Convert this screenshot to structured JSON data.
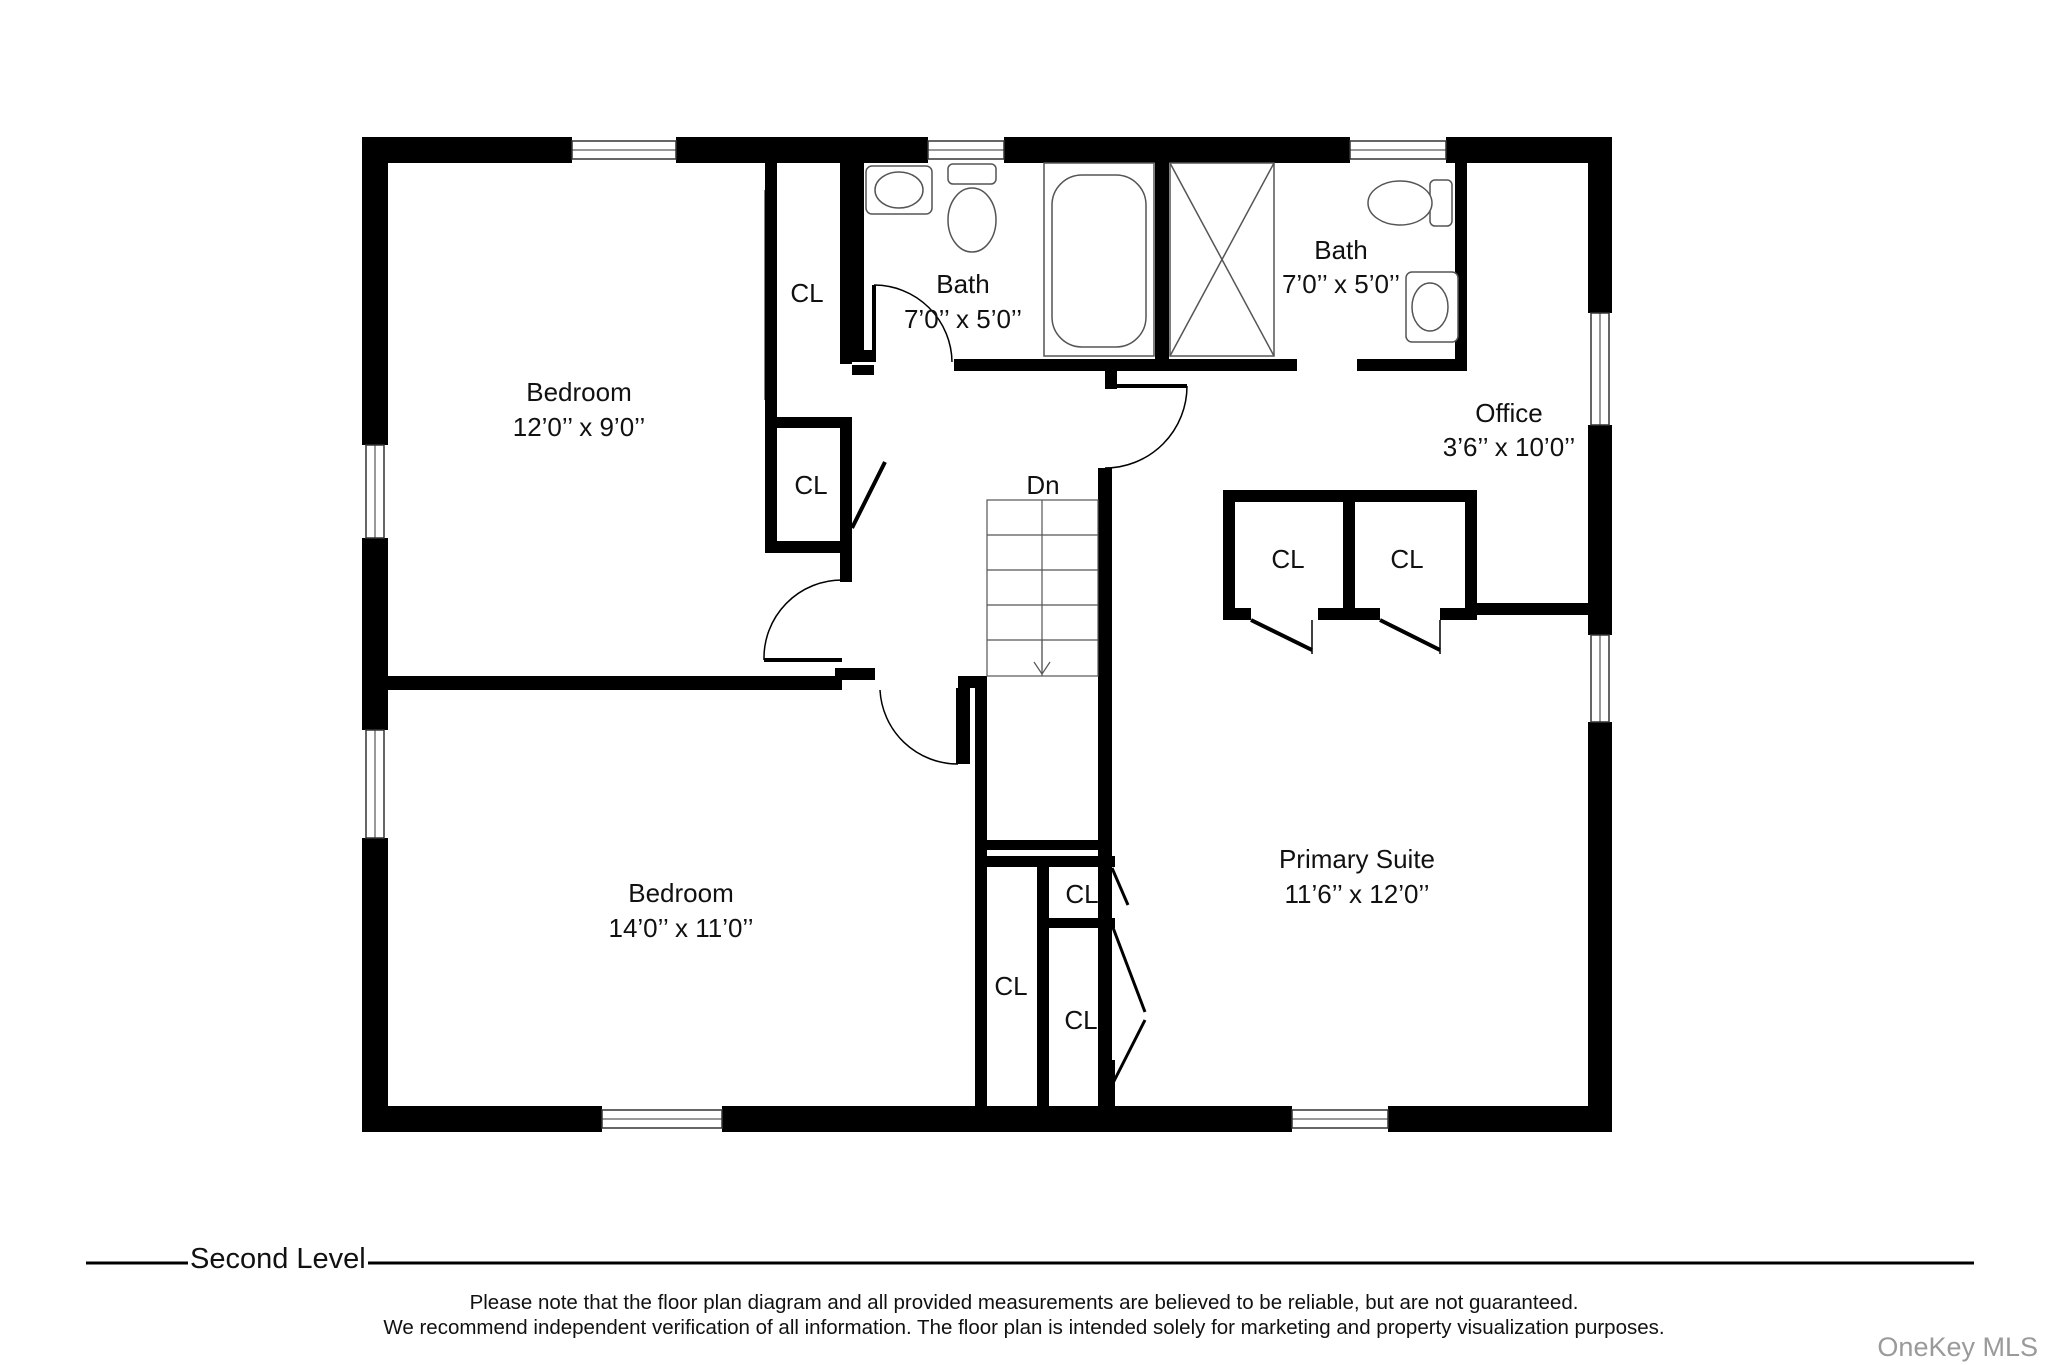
{
  "rooms": {
    "bedroom_upper": {
      "name": "Bedroom",
      "size": "12’0’’ x 9’0’’"
    },
    "bedroom_lower": {
      "name": "Bedroom",
      "size": "14’0’’ x 11’0’’"
    },
    "bath_hall": {
      "name": "Bath",
      "size": "7’0’’ x 5’0’’"
    },
    "bath_primary": {
      "name": "Bath",
      "size": "7’0’’ x 5’0’’"
    },
    "office": {
      "name": "Office",
      "size": "3’6’’ x 10’0’’"
    },
    "primary_suite": {
      "name": "Primary Suite",
      "size": "11’6’’ x 12’0’’"
    }
  },
  "closet_label": "CL",
  "stairs_label": "Dn",
  "level_title": "Second Level",
  "disclaimer": {
    "line1": "Please note that the floor plan diagram and all provided measurements are believed to be reliable, but are not guaranteed.",
    "line2": "We recommend independent verification of all information. The floor plan is intended solely for marketing and property visualization purposes."
  },
  "watermark": "OneKey MLS",
  "colors": {
    "wall": "#000000",
    "background": "#ffffff",
    "fixture": "#555555",
    "watermark": "#9a9a9a"
  }
}
